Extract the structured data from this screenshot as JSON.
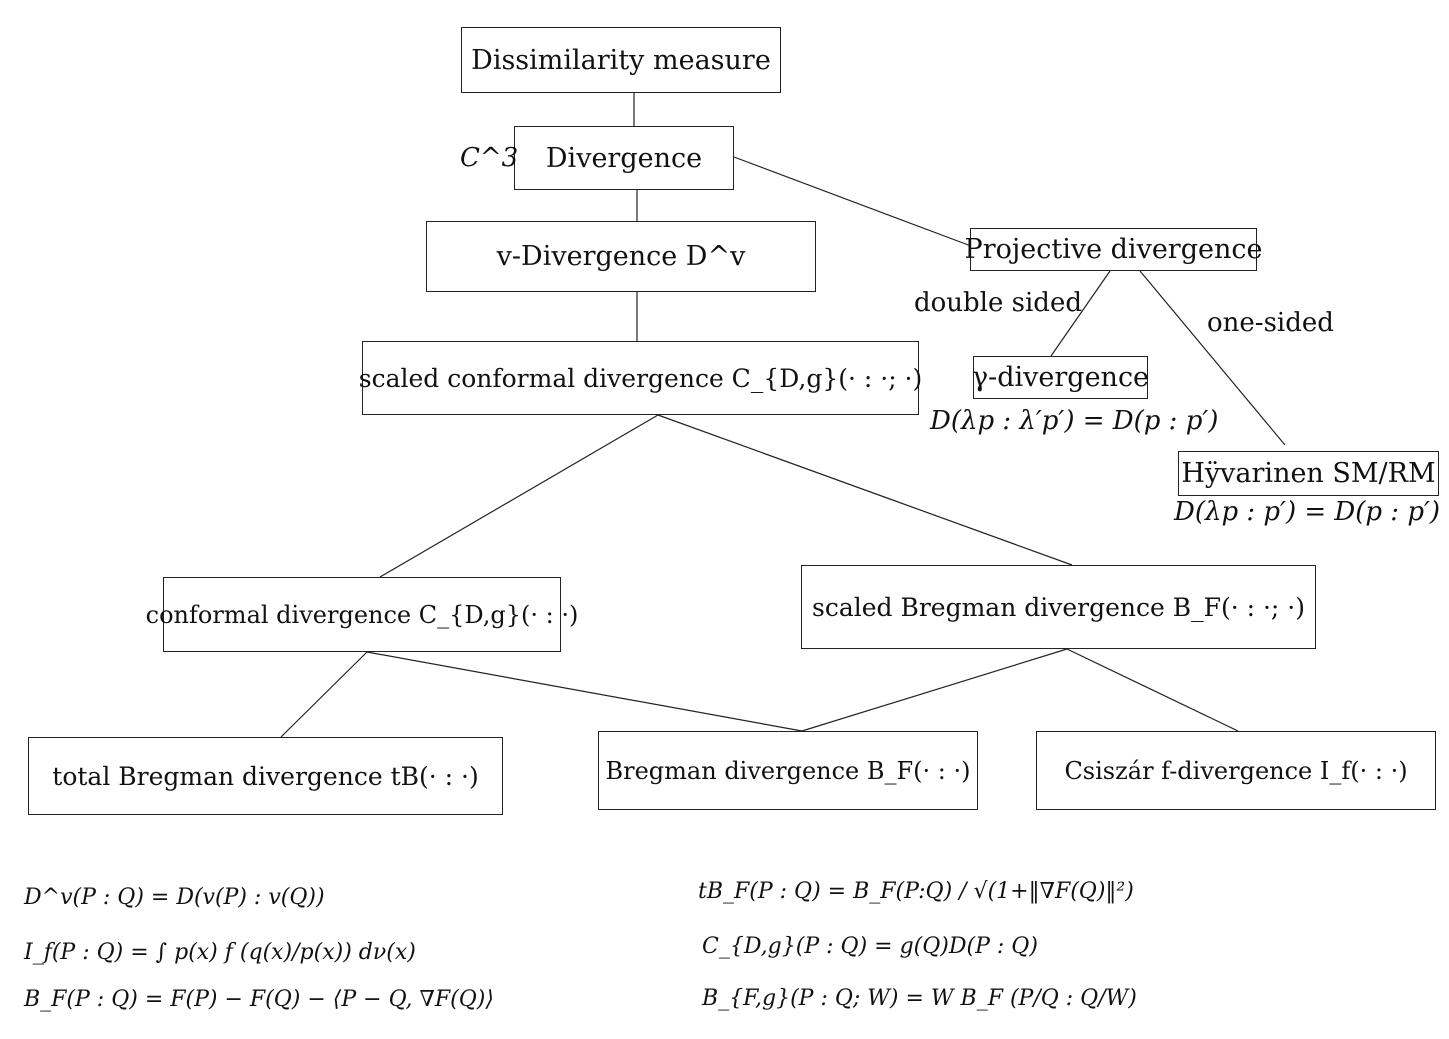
{
  "nodes": {
    "dissimilarity": "Dissimilarity measure",
    "divergence": "Divergence",
    "v_divergence": "v-Divergence D^v",
    "projective": "Projective divergence",
    "scaled_conformal": "scaled conformal divergence C_{D,g}(· : ·; ·)",
    "gamma": "γ-divergence",
    "hyvarinen": "Hÿvarinen SM/RM",
    "conformal": "conformal divergence C_{D,g}(· : ·)",
    "scaled_bregman": "scaled Bregman divergence B_F(· : ·; ·)",
    "total_bregman": "total Bregman divergence tB(· : ·)",
    "bregman": "Bregman divergence B_F(· : ·)",
    "csiszar": "Csiszár f-divergence I_f(· : ·)"
  },
  "labels": {
    "c3": "C^3",
    "double_sided": "double sided",
    "one_sided": "one-sided",
    "gamma_property": "D(λp : λ′p′) = D(p : p′)",
    "hyvarinen_property": "D(λp : p′) = D(p : p′)"
  },
  "formulas": {
    "v_div": "D^v(P : Q) = D(v(P) : v(Q))",
    "f_div": "I_f(P : Q) = ∫ p(x) f (q(x)/p(x)) dν(x)",
    "bregman": "B_F(P : Q) = F(P) − F(Q) − ⟨P − Q, ∇F(Q)⟩",
    "total_bregman": "tB_F(P : Q) = B_F(P:Q) / √(1+‖∇F(Q)‖²)",
    "conformal": "C_{D,g}(P : Q) = g(Q)D(P : Q)",
    "scaled_bregman": "B_{F,g}(P : Q; W) = W B_F (P/Q : Q/W)"
  }
}
